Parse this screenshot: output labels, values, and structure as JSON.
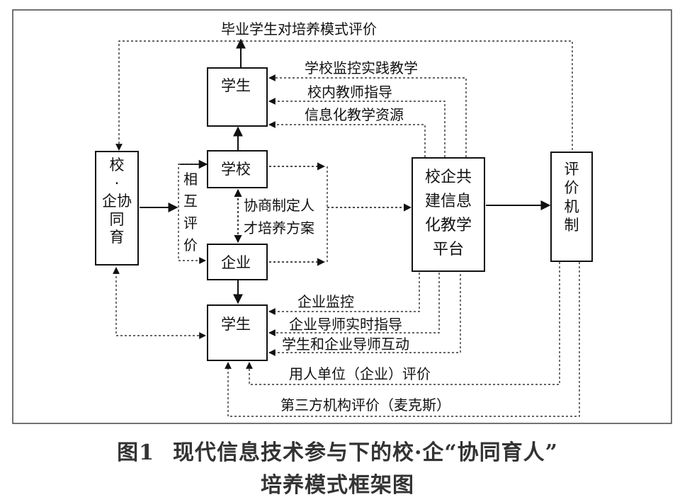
{
  "nodes": {
    "school_enterprise": "校\n·\n企协\n同\n育",
    "student_top": "学生",
    "school": "学校",
    "enterprise": "企业",
    "student_bottom": "学生",
    "platform": "校企共\n建信息\n化教学\n平台",
    "evaluation": "评\n价\n机\n制"
  },
  "labels": {
    "mutual_eval": "相\n互\n评\n价",
    "negotiate_line1": "协商制定人",
    "negotiate_line2": "才培养方案",
    "graduate_eval": "毕业学生对培养模式评价",
    "school_monitor": "学校监控实践教学",
    "teacher_guide": "校内教师指导",
    "info_resources": "信息化教学资源",
    "enterprise_monitor": "企业监控",
    "mentor_guide": "企业导师实时指导",
    "student_interact": "学生和企业导师互动",
    "employer_eval": "用人单位（企业）评价",
    "third_party_eval": "第三方机构评价（麦克斯）"
  },
  "caption": {
    "figure_no": "图1",
    "line1": "现代信息技术参与下的校·企“协同育人”",
    "line2": "培养模式框架图"
  }
}
